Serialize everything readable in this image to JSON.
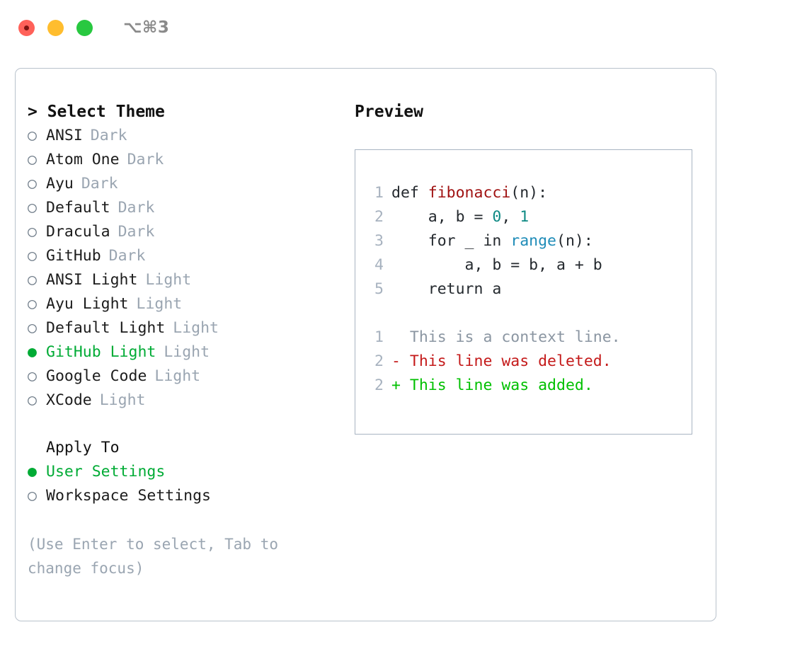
{
  "titlebar": {
    "shortcut": "⌥⌘3",
    "buttons": [
      "close",
      "minimize",
      "maximize"
    ]
  },
  "theme_panel": {
    "heading": "> Select Theme",
    "bullet_unselected": "○",
    "bullet_selected": "●",
    "items": [
      {
        "label": "ANSI",
        "variant": "Dark",
        "selected": false
      },
      {
        "label": "Atom One",
        "variant": "Dark",
        "selected": false
      },
      {
        "label": "Ayu",
        "variant": "Dark",
        "selected": false
      },
      {
        "label": "Default",
        "variant": "Dark",
        "selected": false
      },
      {
        "label": "Dracula",
        "variant": "Dark",
        "selected": false
      },
      {
        "label": "GitHub",
        "variant": "Dark",
        "selected": false
      },
      {
        "label": "ANSI Light",
        "variant": "Light",
        "selected": false
      },
      {
        "label": "Ayu Light",
        "variant": "Light",
        "selected": false
      },
      {
        "label": "Default Light",
        "variant": "Light",
        "selected": false
      },
      {
        "label": "GitHub Light",
        "variant": "Light",
        "selected": true
      },
      {
        "label": "Google Code",
        "variant": "Light",
        "selected": false
      },
      {
        "label": "XCode",
        "variant": "Light",
        "selected": false
      }
    ]
  },
  "apply_to": {
    "heading": "Apply To",
    "items": [
      {
        "label": "User Settings",
        "selected": true
      },
      {
        "label": "Workspace Settings",
        "selected": false
      }
    ]
  },
  "hint": "(Use Enter to select, Tab to change focus)",
  "preview": {
    "title": "Preview",
    "code_lines": [
      {
        "no": "1",
        "segments": [
          {
            "text": "def ",
            "type": "plain"
          },
          {
            "text": "fibonacci",
            "type": "fn"
          },
          {
            "text": "(n):",
            "type": "plain"
          }
        ]
      },
      {
        "no": "2",
        "segments": [
          {
            "text": "    a, b = ",
            "type": "plain"
          },
          {
            "text": "0",
            "type": "num"
          },
          {
            "text": ", ",
            "type": "plain"
          },
          {
            "text": "1",
            "type": "num"
          }
        ]
      },
      {
        "no": "3",
        "segments": [
          {
            "text": "    for _ in ",
            "type": "plain"
          },
          {
            "text": "range",
            "type": "kwfn"
          },
          {
            "text": "(n):",
            "type": "plain"
          }
        ]
      },
      {
        "no": "4",
        "segments": [
          {
            "text": "        a, b = b, a + b",
            "type": "plain"
          }
        ]
      },
      {
        "no": "5",
        "segments": [
          {
            "text": "    return a",
            "type": "plain"
          }
        ]
      }
    ],
    "diff_lines": [
      {
        "no": "1",
        "marker": " ",
        "text": " This is a context line.",
        "kind": "context"
      },
      {
        "no": "2",
        "marker": "-",
        "text": " This line was deleted.",
        "kind": "deleted"
      },
      {
        "no": "2",
        "marker": "+",
        "text": " This line was added.",
        "kind": "added"
      }
    ]
  },
  "colors": {
    "accent_green": "#00ab35",
    "muted": "#9aa5b1",
    "border": "#b9c2cc",
    "code_fn": "#a01212",
    "code_num": "#0f8a84",
    "code_builtin": "#1f8cb8",
    "diff_deleted": "#c41a1a",
    "diff_added": "#00c000"
  }
}
